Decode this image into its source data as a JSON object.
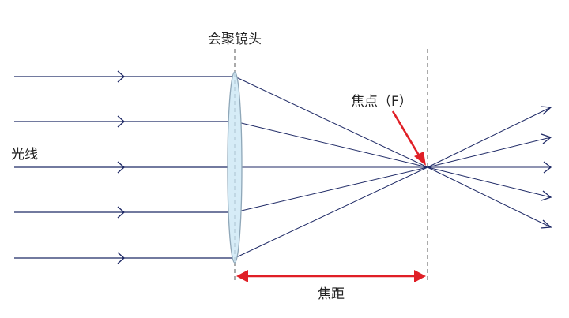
{
  "labels": {
    "lens": "会聚镜头",
    "light": "光线",
    "focus": "焦点（F）",
    "focal_length": "焦距"
  },
  "colors": {
    "ray": "#1f2a66",
    "dashed": "#555555",
    "lens_fill": "#d6ecf7",
    "lens_stroke": "#8fa7b8",
    "arrow_red": "#e01f26"
  },
  "icons": {
    "ray_arrow": "chevron-right-icon",
    "focus_pointer": "arrow-icon",
    "dimension": "double-arrow-icon"
  }
}
